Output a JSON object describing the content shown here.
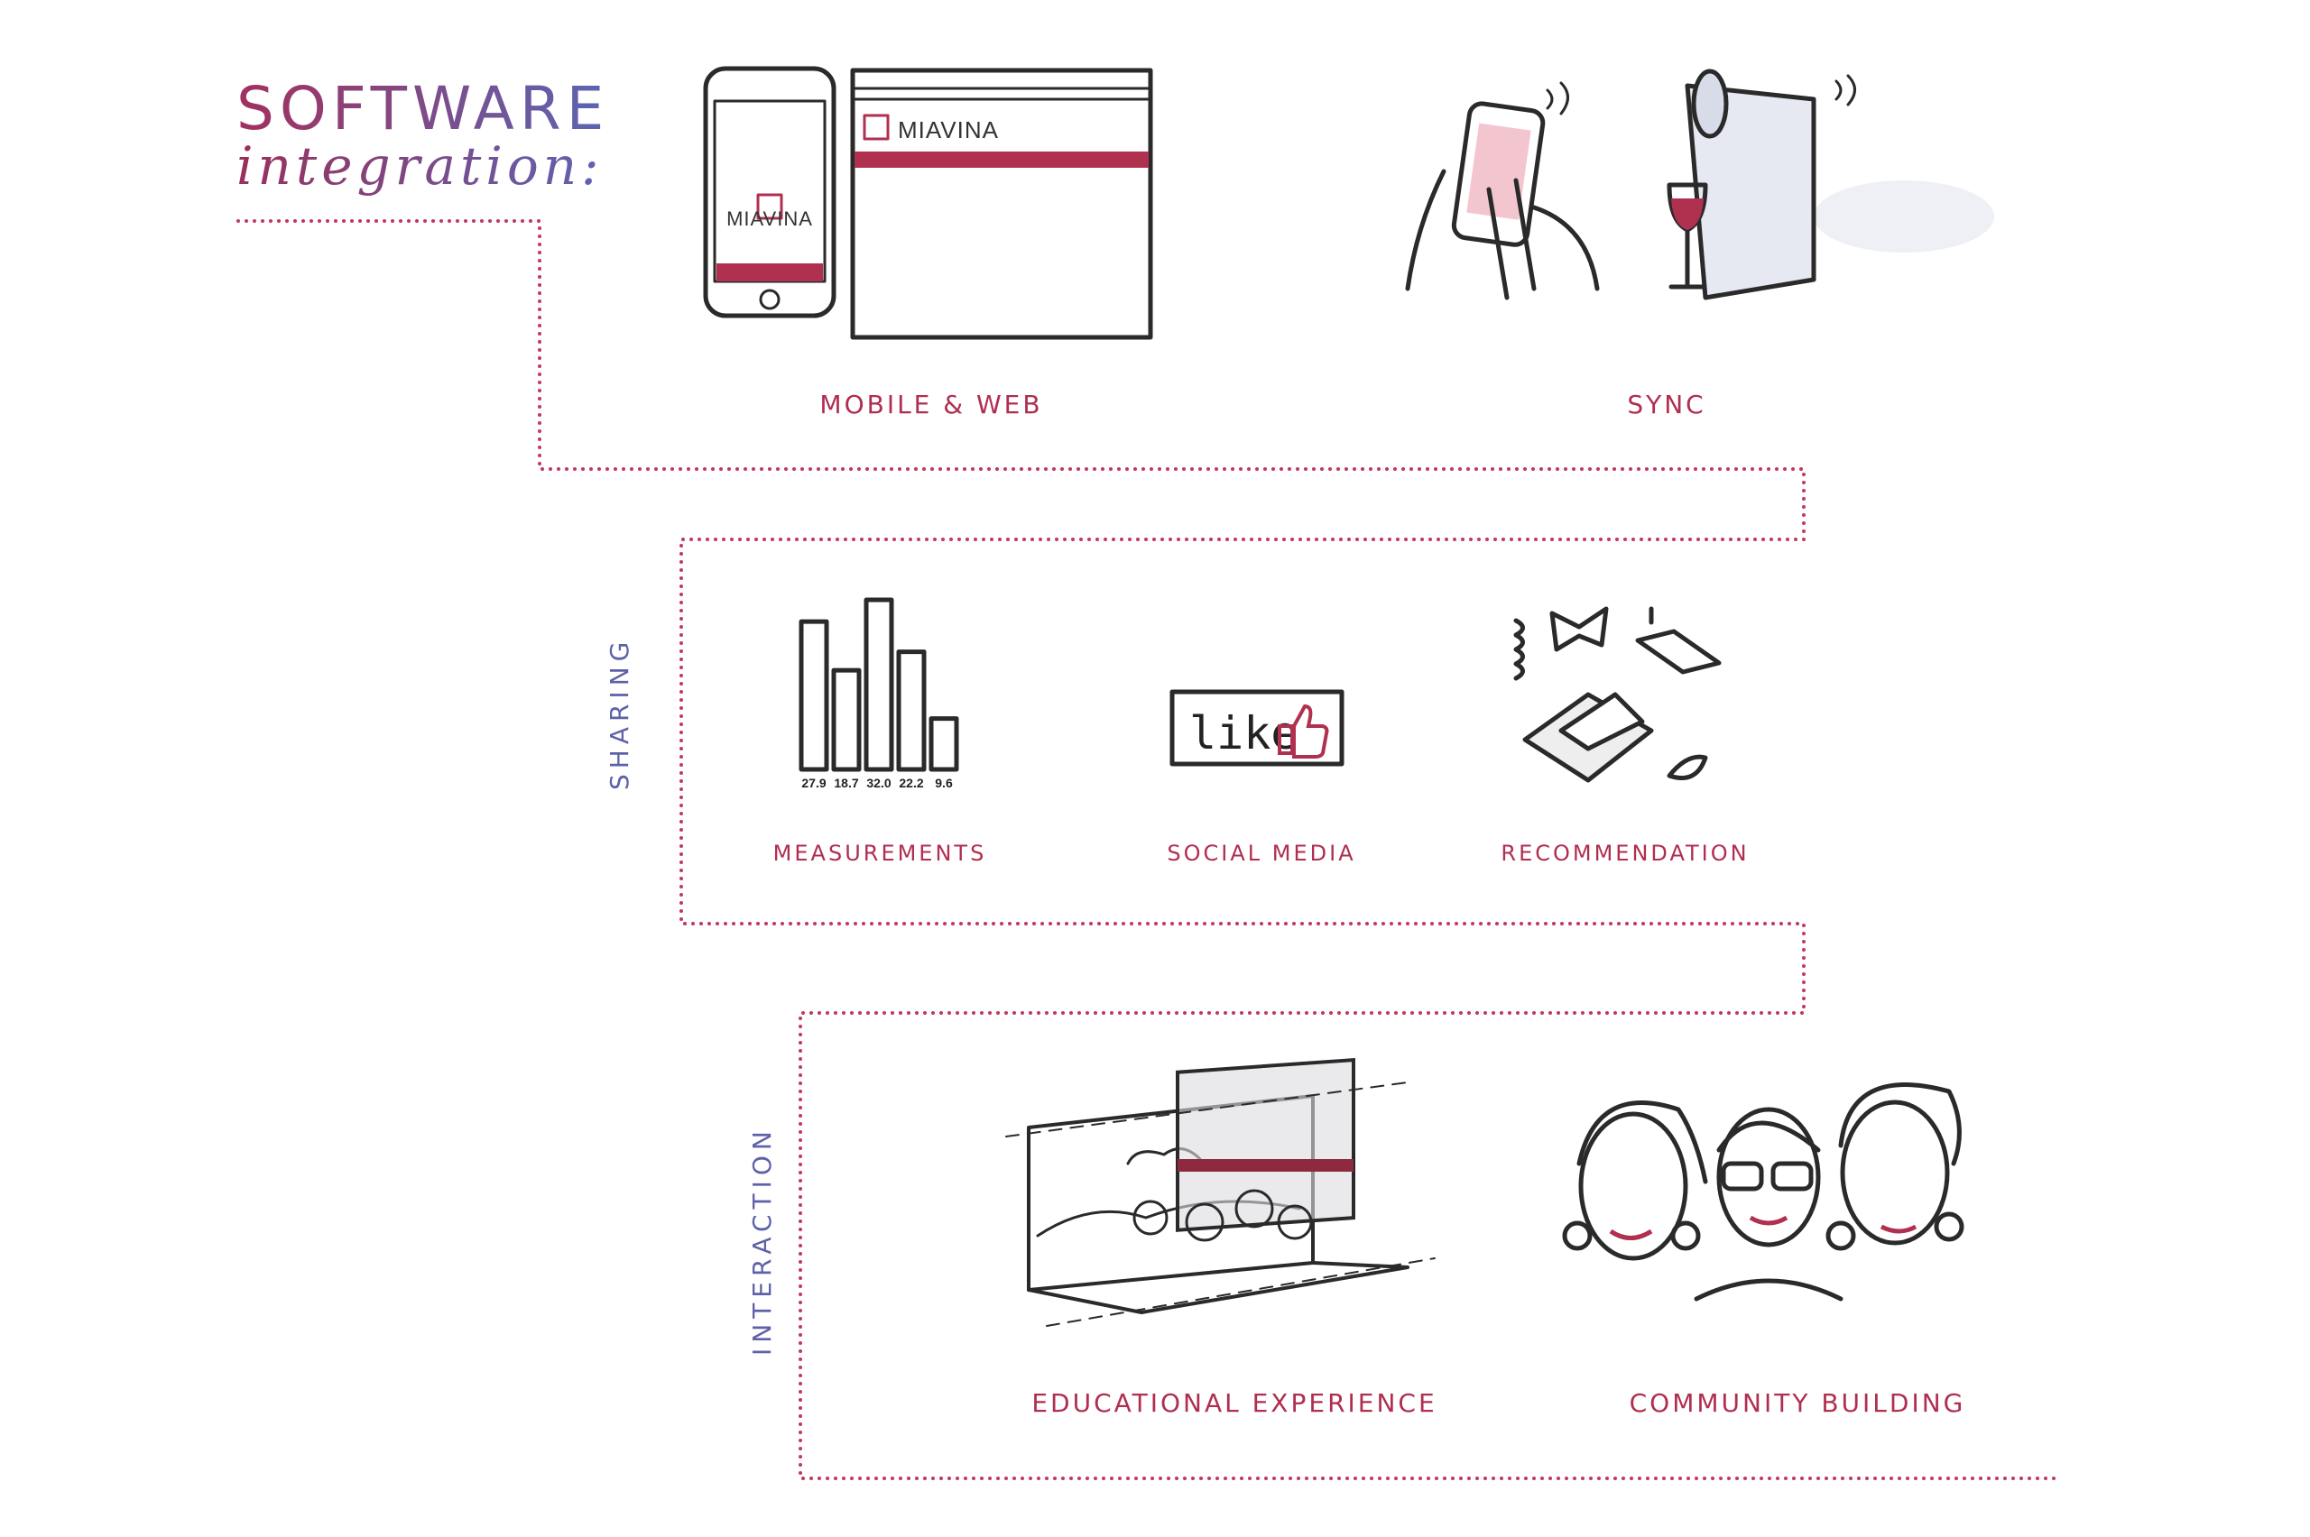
{
  "title": {
    "line1": "SOFTWARE",
    "line2": "integration:"
  },
  "sections": {
    "top": {
      "items": [
        {
          "label": "MOBILE & WEB",
          "icon": "phone-and-browser-icon",
          "brand": "MIAVINA"
        },
        {
          "label": "SYNC",
          "icon": "sync-device-icon"
        }
      ]
    },
    "sharing": {
      "heading": "SHARING",
      "items": [
        {
          "label": "MEASUREMENTS",
          "icon": "bar-chart-icon"
        },
        {
          "label": "SOCIAL MEDIA",
          "icon": "like-button-icon",
          "text": "like"
        },
        {
          "label": "RECOMMENDATION",
          "icon": "food-pairing-icon"
        }
      ]
    },
    "interaction": {
      "heading": "INTERACTION",
      "items": [
        {
          "label": "EDUCATIONAL EXPERIENCE",
          "icon": "vineyard-ar-icon"
        },
        {
          "label": "COMMUNITY BUILDING",
          "icon": "people-faces-icon"
        }
      ]
    }
  },
  "chart_data": {
    "type": "bar",
    "categories": [
      "27.9",
      "18.7",
      "32.0",
      "22.2",
      "9.6"
    ],
    "values": [
      27.9,
      18.7,
      32.0,
      22.2,
      9.6
    ],
    "title": "",
    "xlabel": "",
    "ylabel": "",
    "ylim": [
      0,
      32
    ]
  },
  "colors": {
    "accent": "#b02e4f",
    "secondary": "#5d62a8",
    "ink": "#2a2a2a"
  }
}
